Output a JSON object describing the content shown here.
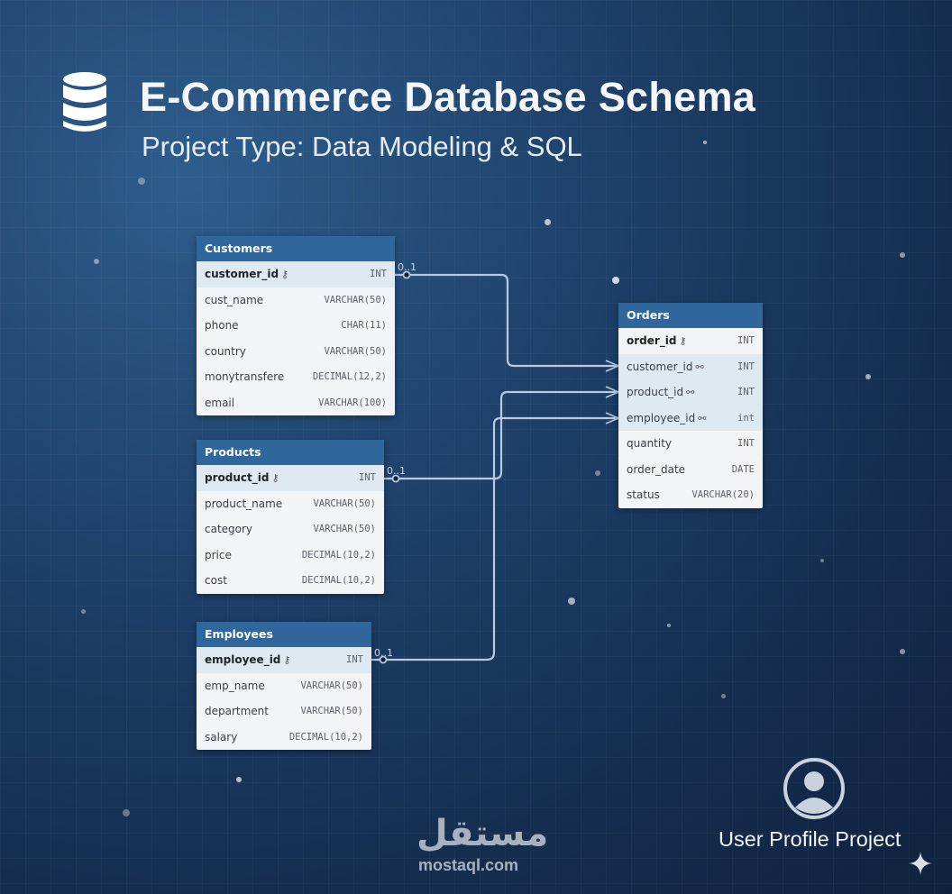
{
  "title": "E-Commerce Database Schema",
  "subtitle": "Project Type: Data Modeling & SQL",
  "tables": {
    "customers": {
      "name": "Customers",
      "rows": [
        {
          "field": "customer_id",
          "type": "INT"
        },
        {
          "field": "cust_name",
          "type": "VARCHAR(50)"
        },
        {
          "field": "phone",
          "type": "CHAR(11)"
        },
        {
          "field": "country",
          "type": "VARCHAR(50)"
        },
        {
          "field": "monytransfere",
          "type": "DECIMAL(12,2)"
        },
        {
          "field": "email",
          "type": "VARCHAR(100)"
        }
      ]
    },
    "products": {
      "name": "Products",
      "rows": [
        {
          "field": "product_id",
          "type": "INT"
        },
        {
          "field": "product_name",
          "type": "VARCHAR(50)"
        },
        {
          "field": "category",
          "type": "VARCHAR(50)"
        },
        {
          "field": "price",
          "type": "DECIMAL(10,2)"
        },
        {
          "field": "cost",
          "type": "DECIMAL(10,2)"
        }
      ]
    },
    "employees": {
      "name": "Employees",
      "rows": [
        {
          "field": "employee_id",
          "type": "INT"
        },
        {
          "field": "emp_name",
          "type": "VARCHAR(50)"
        },
        {
          "field": "department",
          "type": "VARCHAR(50)"
        },
        {
          "field": "salary",
          "type": "DECIMAL(10,2)"
        }
      ]
    },
    "orders": {
      "name": "Orders",
      "rows": [
        {
          "field": "order_id",
          "type": "INT"
        },
        {
          "field": "customer_id",
          "type": "INT"
        },
        {
          "field": "product_id",
          "type": "INT"
        },
        {
          "field": "employee_id",
          "type": "int"
        },
        {
          "field": "quantity",
          "type": "INT"
        },
        {
          "field": "order_date",
          "type": "DATE"
        },
        {
          "field": "status",
          "type": "VARCHAR(20)"
        }
      ]
    }
  },
  "relations": {
    "customers_orders": "0..1",
    "products_orders": "0..1",
    "employees_orders": "0..1"
  },
  "profile_label": "User Profile Project",
  "logo": {
    "arabic": "مستقل",
    "latin": "mostaql.com"
  },
  "icons": [
    "database-icon",
    "key-icon",
    "link-icon",
    "user-profile-icon",
    "sparkle-icon"
  ]
}
